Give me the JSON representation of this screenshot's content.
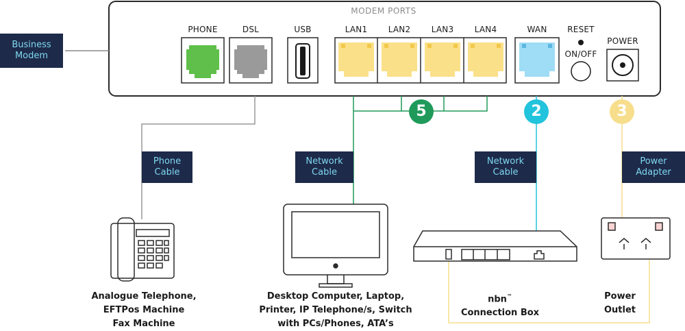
{
  "modem": {
    "title": "MODEM PORTS",
    "label_line1": "Business",
    "label_line2": "Modem"
  },
  "ports": {
    "phone": "PHONE",
    "dsl": "DSL",
    "usb": "USB",
    "lan1": "LAN1",
    "lan2": "LAN2",
    "lan3": "LAN3",
    "lan4": "LAN4",
    "wan": "WAN",
    "reset": "RESET",
    "onoff": "ON/OFF",
    "power": "POWER"
  },
  "badges": {
    "lan_count": "5",
    "wan_count": "2",
    "power_count": "3"
  },
  "cables": {
    "phone_l1": "Phone",
    "phone_l2": "Cable",
    "network1_l1": "Network",
    "network1_l2": "Cable",
    "network2_l1": "Network",
    "network2_l2": "Cable",
    "power_l1": "Power",
    "power_l2": "Adapter"
  },
  "devices": {
    "telephone": [
      "Analogue Telephone,",
      "EFTPos Machine",
      "Fax Machine"
    ],
    "computer": [
      "Desktop Computer, Laptop,",
      "Printer, IP Telephone/s, Switch",
      "with PCs/Phones, ATA’s"
    ],
    "nbn_brand": "nbn",
    "nbn_tm": "™",
    "nbn_line2": "Connection Box",
    "outlet": [
      "Power",
      "Outlet"
    ]
  },
  "colors": {
    "phone_port": "#5fbf4a",
    "dsl_port": "#9a9a9a",
    "lan_port": "#fbe08a",
    "wan_port": "#9fdcf5",
    "lan_cable": "#1f9a5a",
    "wan_cable": "#22c3dc",
    "power_cable": "#f7de8c",
    "navy": "#1e2a4a"
  }
}
